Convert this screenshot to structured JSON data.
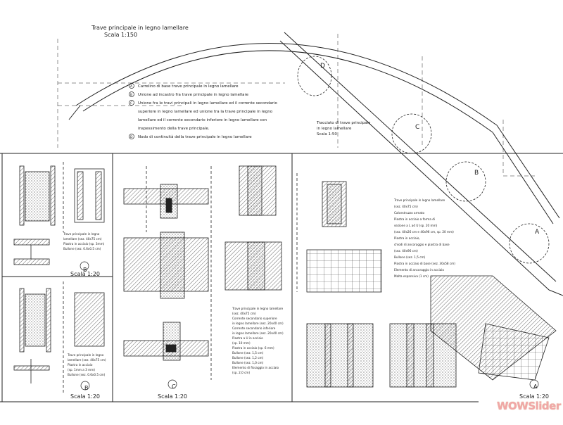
{
  "plan": {
    "title": "Trave principale in legno lamellare",
    "scale": "Scala 1:150",
    "legend": [
      {
        "key": "A",
        "lines": [
          "Carrelino di base trave principale in legno lamellare"
        ]
      },
      {
        "key": "B",
        "lines": [
          "Unione ad incastro fra trave principale in legno lamellare"
        ]
      },
      {
        "key": "C",
        "lines": [
          "Unione fra le travi principali in legno lamellare ed il corrente secondario",
          "superiore in legno lamellare ed unione tra la trave principale in legno",
          "lamellare ed il corrente secondario inferiore in legno lamellare con",
          "inspessimento della trave principale."
        ]
      },
      {
        "key": "D",
        "lines": [
          "Nodo di continuità della trave principale in legno lamellare"
        ]
      }
    ],
    "diag_label": [
      "Tracciato di trave principale",
      "in legno lamellare",
      "Scala 1:50"
    ],
    "callouts": [
      "A",
      "B",
      "C",
      "D"
    ]
  },
  "panels": [
    {
      "id": "B-top",
      "letter": "B",
      "scale": "Scala 1:20",
      "note": [
        "Trave principale in legno",
        "lamellare (sez. 40x75 cm)",
        "Piastra in acciaio (sp. 3mm)",
        "Bullone (sez. 0.6x0.5 cm)"
      ]
    },
    {
      "id": "B-bot",
      "letter": "B",
      "scale": "Scala 1:20",
      "note": [
        "Trave principale in legno",
        "lamellare (sez. 40x75 cm)",
        "Piastra in acciaio",
        "(sp. 1mm a 3 mm)",
        "Bullone (sez. 0.6x0.5 cm)"
      ]
    },
    {
      "id": "C",
      "letter": "C",
      "scale": "Scala 1:20",
      "note": [
        "Trave principale in legno lamellare",
        "(sez. 40x75 cm)",
        "Corrente secondario superiore",
        "in legno lamellare (sez. 20x40 cm)",
        "Corrente secondario inferiore",
        "in legno lamellare (sez. 20x40 cm)",
        "Piastra a U in acciaio",
        "(sp. 10 mm)",
        "Piastra in acciaio (sp. 6 mm)",
        "Bullone (sez. 1,5 cm)",
        "Bullone (sez. 1,2 cm)",
        "Bullone (sez. 1,0 cm)",
        "Elemento di fissaggio in acciaio",
        "(sp. 2,0 cm)"
      ]
    },
    {
      "id": "A",
      "letter": "A",
      "scale": "Scala 1:20",
      "note": [
        "Trave principale in legno lamellare",
        "(sez. 40x75 cm)",
        "Calcestruzzo armato",
        "Piastra in acciaio a forma di",
        "sezione a L ad U (sp. 20 mm)",
        "(sez. 40x26 cm e 40x96 cm, sp. 20 mm)",
        "Piastra in acciaio,",
        "chiodi di ancoraggio e piastra di base",
        "(sez. 40x96 cm)",
        "Bullone (sez. 1,5 cm)",
        "Piastra in acciaio di base (sez. 30x58 cm)",
        "Elemento di ancoraggio in acciaio",
        "Malta espansiva (1 cm)"
      ]
    }
  ],
  "watermark": "WOWSlider",
  "colors": {
    "line": "#222222",
    "hatch": "#555555",
    "fill_light": "#e6e6e6",
    "watermark": "#f1a7a7"
  }
}
